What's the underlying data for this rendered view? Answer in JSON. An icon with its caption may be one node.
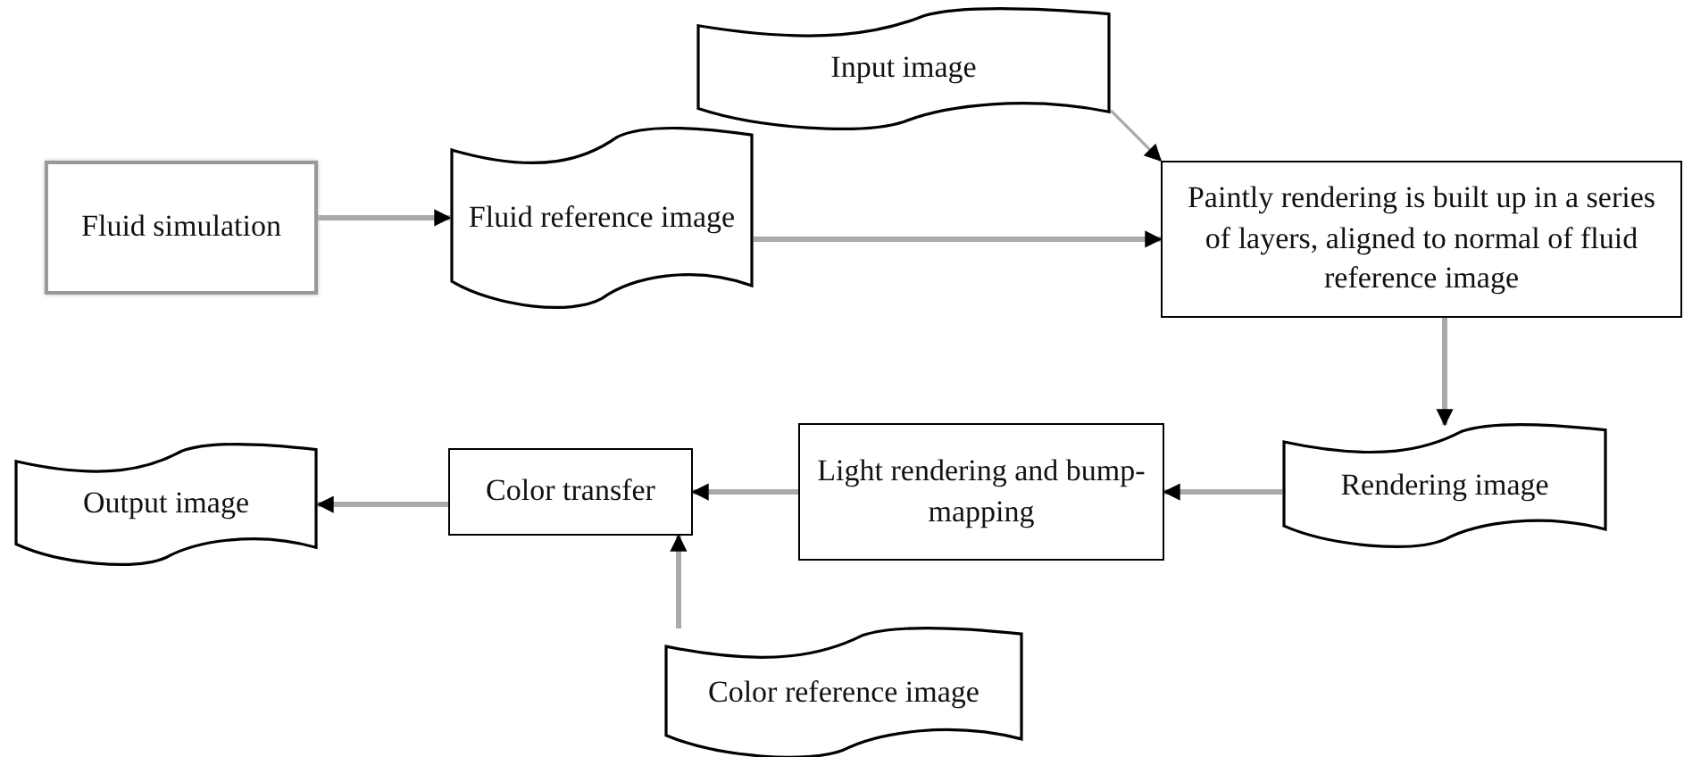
{
  "diagram": {
    "nodes": [
      {
        "text": [
          "Fluid simulation"
        ]
      },
      {
        "text": [
          "Fluid reference image"
        ]
      },
      {
        "text": [
          "Input image"
        ]
      },
      {
        "text": [
          "Paintly rendering is built up in a series of layers, aligned to normal of fluid reference image"
        ]
      },
      {
        "text": [
          "Rendering image"
        ]
      },
      {
        "text": [
          "Light rendering and bump-mapping"
        ]
      },
      {
        "text": [
          "Color transfer"
        ]
      },
      {
        "text": [
          "Output image"
        ]
      },
      {
        "text": [
          "Color reference image"
        ]
      }
    ],
    "edges": [
      {
        "from": 0,
        "to": 1,
        "arrow": "to"
      },
      {
        "from": 1,
        "to": 3,
        "arrow": "to"
      },
      {
        "from": 2,
        "to": 3,
        "arrow": "to"
      },
      {
        "from": 3,
        "to": 4,
        "arrow": "to"
      },
      {
        "from": 4,
        "to": 5,
        "arrow": "to"
      },
      {
        "from": 5,
        "to": 6,
        "arrow": "to"
      },
      {
        "from": 6,
        "to": 7,
        "arrow": "to"
      },
      {
        "from": 8,
        "to": 6,
        "arrow": "to"
      }
    ]
  }
}
